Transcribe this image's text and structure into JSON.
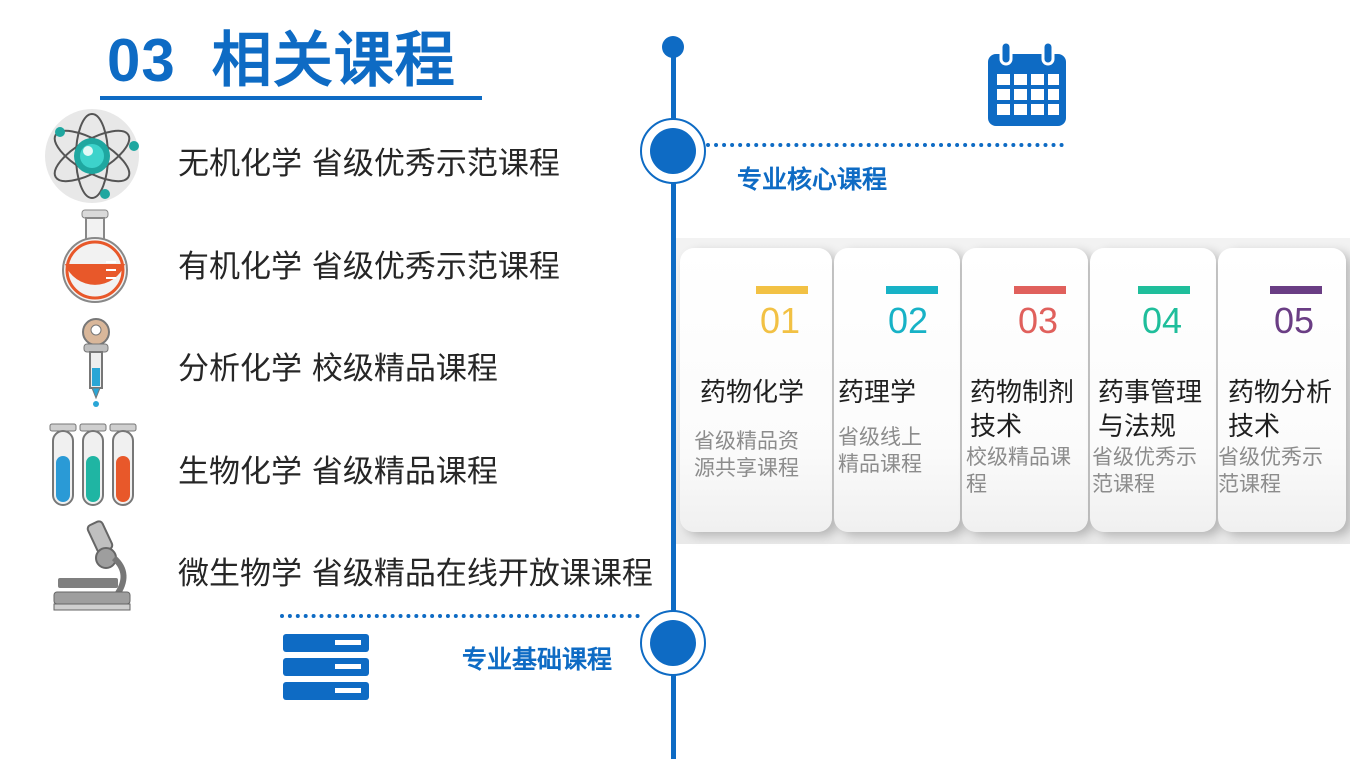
{
  "title": {
    "number": "03",
    "text": "相关课程"
  },
  "courses": [
    {
      "icon": "atom-icon",
      "label": "无机化学 省级优秀示范课程"
    },
    {
      "icon": "flask-icon",
      "label": "有机化学 省级优秀示范课程"
    },
    {
      "icon": "dropper-icon",
      "label": "分析化学 校级精品课程"
    },
    {
      "icon": "test-tubes-icon",
      "label": "生物化学 省级精品课程"
    },
    {
      "icon": "microscope-icon",
      "label": "微生物学 省级精品在线开放课课程"
    }
  ],
  "sections": {
    "core": "专业核心课程",
    "foundation": "专业基础课程"
  },
  "core_courses": [
    {
      "num": "01",
      "name": "药物化学",
      "desc": "省级精品资源共享课程",
      "color": "#f2c144"
    },
    {
      "num": "02",
      "name": "药理学",
      "desc": "省级线上精品课程",
      "color": "#17b2c6"
    },
    {
      "num": "03",
      "name": "药物制剂技术",
      "desc": "校级精品课程",
      "color": "#e0605c"
    },
    {
      "num": "04",
      "name": "药事管理与法规",
      "desc": "省级优秀示范课程",
      "color": "#1fbe9b"
    },
    {
      "num": "05",
      "name": "药物分析技术",
      "desc": "省级优秀示范课程",
      "color": "#6a3d84"
    }
  ],
  "colors": {
    "accent": "#0e6bc4"
  }
}
